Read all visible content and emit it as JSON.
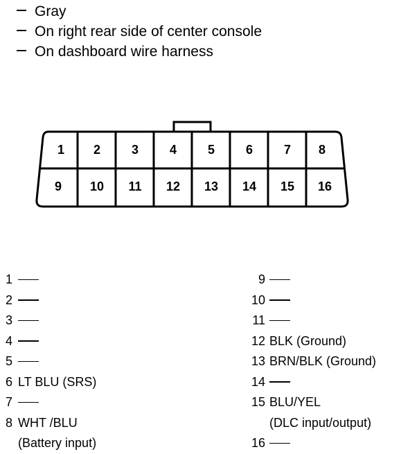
{
  "header": {
    "lines": [
      "Gray",
      "On right rear side of center console",
      "On dashboard wire harness"
    ]
  },
  "connector": {
    "top_row": [
      "1",
      "2",
      "3",
      "4",
      "5",
      "6",
      "7",
      "8"
    ],
    "bottom_row": [
      "9",
      "10",
      "11",
      "12",
      "13",
      "14",
      "15",
      "16"
    ]
  },
  "pins_left": [
    {
      "num": "1",
      "desc": "",
      "cont": ""
    },
    {
      "num": "2",
      "desc": "",
      "cont": ""
    },
    {
      "num": "3",
      "desc": "",
      "cont": ""
    },
    {
      "num": "4",
      "desc": "",
      "cont": ""
    },
    {
      "num": "5",
      "desc": "",
      "cont": ""
    },
    {
      "num": "6",
      "desc": "LT BLU (SRS)",
      "cont": ""
    },
    {
      "num": "7",
      "desc": "",
      "cont": ""
    },
    {
      "num": "8",
      "desc": "WHT /BLU",
      "cont": "(Battery input)"
    }
  ],
  "pins_right": [
    {
      "num": "9",
      "desc": "",
      "cont": ""
    },
    {
      "num": "10",
      "desc": "",
      "cont": ""
    },
    {
      "num": "11",
      "desc": "",
      "cont": ""
    },
    {
      "num": "12",
      "desc": "BLK (Ground)",
      "cont": ""
    },
    {
      "num": "13",
      "desc": "BRN/BLK (Ground)",
      "cont": ""
    },
    {
      "num": "14",
      "desc": "",
      "cont": ""
    },
    {
      "num": "15",
      "desc": "BLU/YEL",
      "cont": "(DLC input/output)"
    },
    {
      "num": "16",
      "desc": "",
      "cont": ""
    }
  ]
}
